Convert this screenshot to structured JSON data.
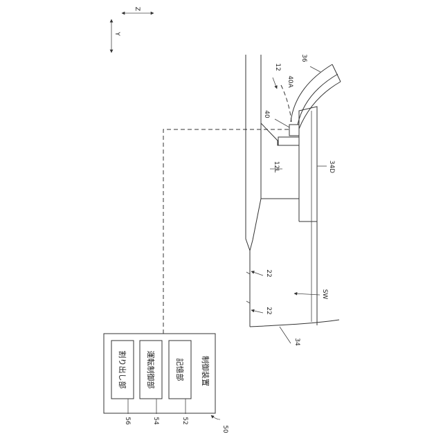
{
  "axes": {
    "z": "Z",
    "y": "Y"
  },
  "labels": {
    "l12": "12",
    "l36": "36",
    "l40a": "40A",
    "l40": "40",
    "l12l": "12L",
    "l34d": "34D",
    "l22a": "22",
    "l22b": "22",
    "lsw": "SW",
    "l34": "34",
    "l50": "50",
    "l52": "52",
    "l54": "54",
    "l56": "56"
  },
  "blocks": {
    "controller": "制御装置",
    "storage": "記憶部",
    "operation": "運転制御部",
    "cutout": "割り出し部"
  }
}
